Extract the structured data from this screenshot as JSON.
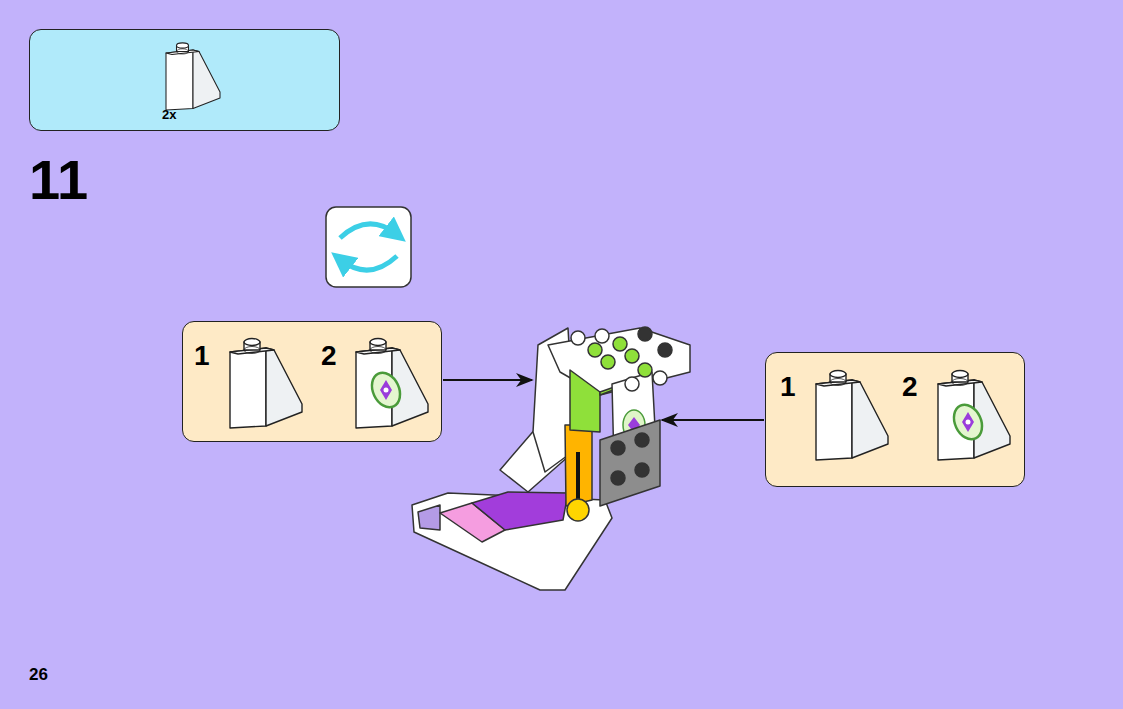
{
  "diagram": {
    "nodes": [
      {
        "text": [
          "2x"
        ]
      },
      {
        "text": [
          "1",
          "2"
        ]
      },
      {
        "text": [
          "1",
          "2"
        ]
      }
    ],
    "labels": [
      "11",
      "26"
    ]
  }
}
